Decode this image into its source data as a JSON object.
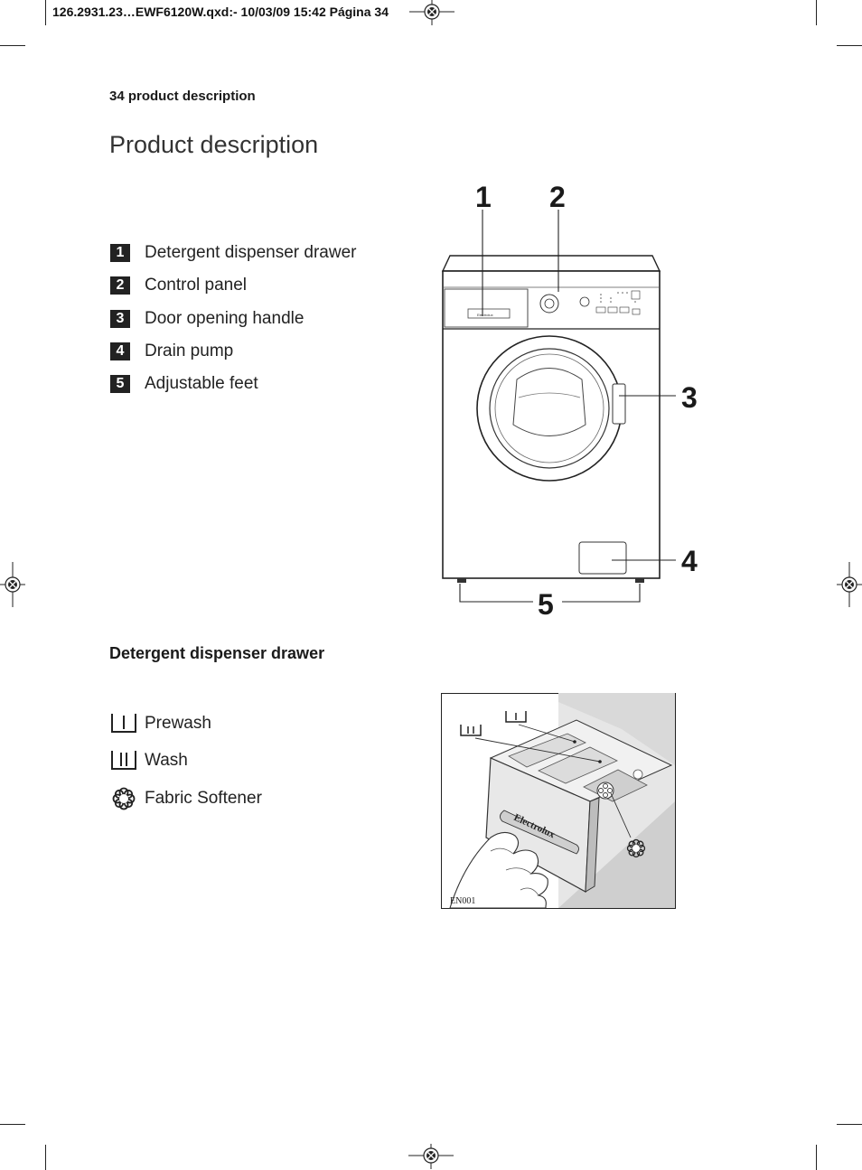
{
  "header": {
    "slug": "126.2931.23…EWF6120W.qxd:-  10/03/09  15:42  Página 34"
  },
  "page": {
    "section_label": "34  product description",
    "title": "Product description"
  },
  "parts": [
    {
      "number": "1",
      "label": "Detergent dispenser drawer"
    },
    {
      "number": "2",
      "label": "Control panel"
    },
    {
      "number": "3",
      "label": "Door opening handle"
    },
    {
      "number": "4",
      "label": "Drain pump"
    },
    {
      "number": "5",
      "label": "Adjustable feet"
    }
  ],
  "drawer_section": {
    "heading": "Detergent dispenser drawer",
    "items": [
      {
        "icon": "prewash-icon",
        "label": "Prewash"
      },
      {
        "icon": "wash-icon",
        "label": "Wash"
      },
      {
        "icon": "fabric-softener-icon",
        "label": "Fabric Softener"
      }
    ],
    "figure_code": "EN001",
    "brand": "Electrolux"
  }
}
